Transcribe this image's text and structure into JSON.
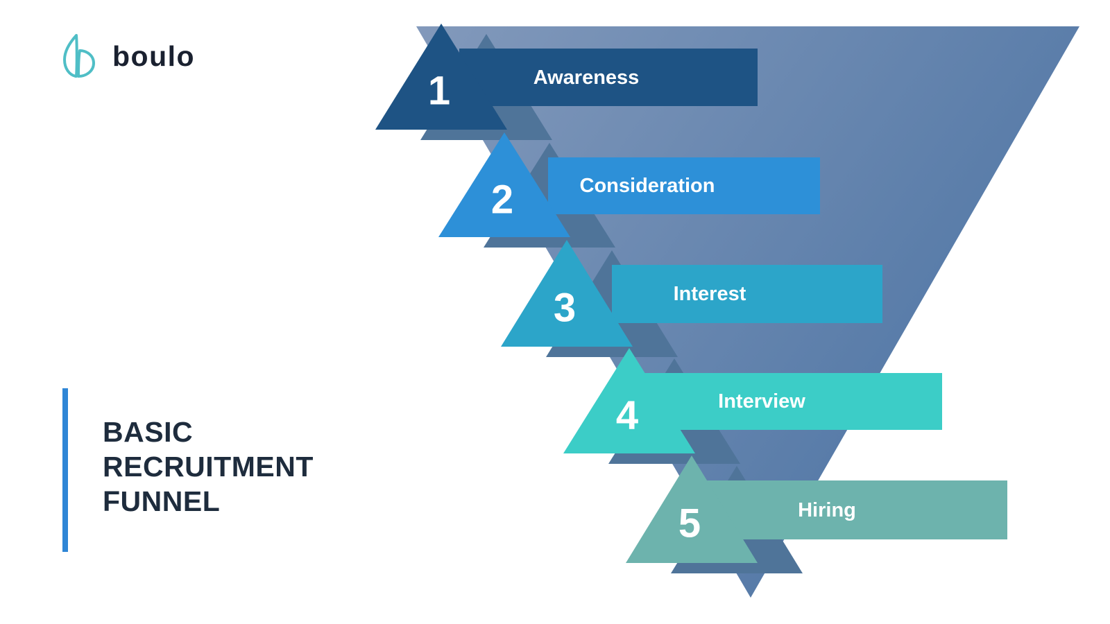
{
  "logo": {
    "name": "boulo",
    "icon": "boulo-leaf-icon",
    "icon_color": "#4FBEC6",
    "text_color": "#1A2130"
  },
  "sidebar_title": {
    "line1": "BASIC",
    "line2": "RECRUITMENT",
    "line3": "FUNNEL",
    "accent_color": "#2F86D6",
    "text_color": "#1E2C3D"
  },
  "funnel": {
    "type": "funnel-diagram",
    "gradient_start": "#8299BB",
    "gradient_end": "#5076A5",
    "shadow_color": "#4F7499",
    "stages": [
      {
        "number": "1",
        "label": "Awareness",
        "color": "#1E5384"
      },
      {
        "number": "2",
        "label": "Consideration",
        "color": "#2D90D8"
      },
      {
        "number": "3",
        "label": "Interest",
        "color": "#2CA5C9"
      },
      {
        "number": "4",
        "label": "Interview",
        "color": "#3CCDC7"
      },
      {
        "number": "5",
        "label": "Hiring",
        "color": "#6DB3AD"
      }
    ]
  }
}
